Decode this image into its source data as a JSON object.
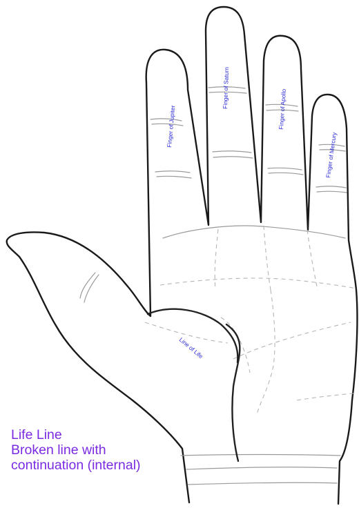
{
  "labels": {
    "finger_jupiter": "Finger of Jupiter",
    "finger_saturn": "Finger of Saturn",
    "finger_apollo": "Finger of Apollo",
    "finger_mercury": "Finger of Mercury",
    "line_of_life": "Line of Life"
  },
  "caption": {
    "title": "Life Line",
    "line2": "Broken line with",
    "line3": "continuation (internal)"
  },
  "colors": {
    "label": "#2b2bd6",
    "caption": "#7a2be2",
    "outline": "#1a1a1a"
  }
}
